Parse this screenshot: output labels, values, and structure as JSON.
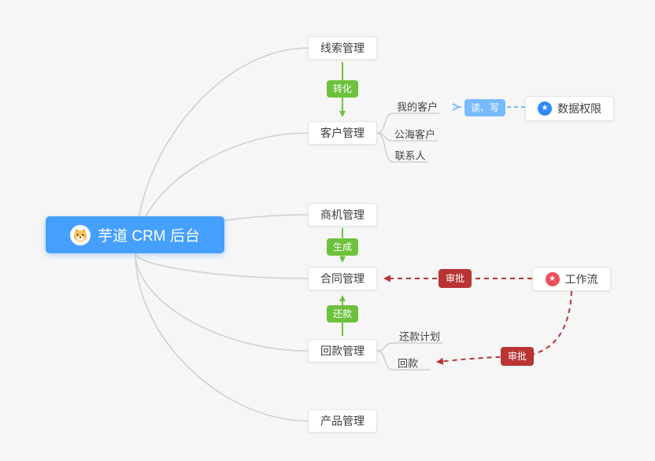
{
  "canvas": {
    "background_color": "#f6f6f6"
  },
  "root": {
    "label": "芋道 CRM 后台",
    "background_color": "#459ffc"
  },
  "nodes": {
    "leads": "线索管理",
    "customers": "客户管理",
    "opportunities": "商机管理",
    "contracts": "合同管理",
    "receivables": "回款管理",
    "products": "产品管理",
    "data_permission": "数据权限",
    "workflow": "工作流"
  },
  "children": {
    "my_customers": "我的客户",
    "public_customers": "公海客户",
    "contacts": "联系人",
    "repayment_plan": "还款计划",
    "receipt": "回款"
  },
  "relations": [
    {
      "id": "convert",
      "from": "leads",
      "to": "customers",
      "label": "转化",
      "type": "green_solid_arrow"
    },
    {
      "id": "generate",
      "from": "opportunities",
      "to": "contracts",
      "label": "生成",
      "type": "green_solid_arrow"
    },
    {
      "id": "repay",
      "from": "receivables",
      "to": "contracts",
      "label": "还款",
      "type": "green_solid_arrow"
    },
    {
      "id": "read_write",
      "from": "data_permission",
      "to": "my_customers",
      "label": "读、写",
      "type": "blue_dashed_arrow"
    },
    {
      "id": "approve_contract",
      "from": "workflow",
      "to": "contracts",
      "label": "审批",
      "type": "red_dashed_arrow"
    },
    {
      "id": "approve_receipt",
      "from": "workflow",
      "to": "receipt",
      "label": "审批",
      "type": "red_dashed_arrow"
    }
  ],
  "icons": {
    "star_glyph": "★",
    "data_permission_icon_color": "#2e8af6",
    "workflow_icon_color": "#ee4f5b"
  },
  "colors": {
    "green": "#6ec13c",
    "blue": "#79bbff",
    "red": "#b93434",
    "line_gray": "#cfcfcf",
    "root_blue": "#459ffc"
  }
}
